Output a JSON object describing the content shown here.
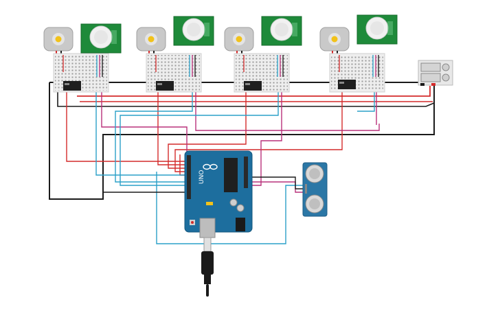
{
  "arduino": {
    "brand": "UNO",
    "logo": "arduino-infinity-logo"
  },
  "modules": [
    {
      "name": "module-1"
    },
    {
      "name": "module-2"
    },
    {
      "name": "module-3"
    },
    {
      "name": "module-4"
    }
  ],
  "power_supply": {
    "name": "bench-power-supply"
  },
  "ultrasonic": {
    "name": "ultrasonic-sensor"
  },
  "colors": {
    "wire_red": "#d42a2a",
    "wire_black": "#1a1a1a",
    "wire_blue": "#2aa0c8",
    "wire_magenta": "#b8307a",
    "board_blue": "#1d6e9e",
    "pir_green": "#1e8a3a",
    "sensor_blue": "#2b77a6",
    "breadboard": "#eeeeee"
  }
}
